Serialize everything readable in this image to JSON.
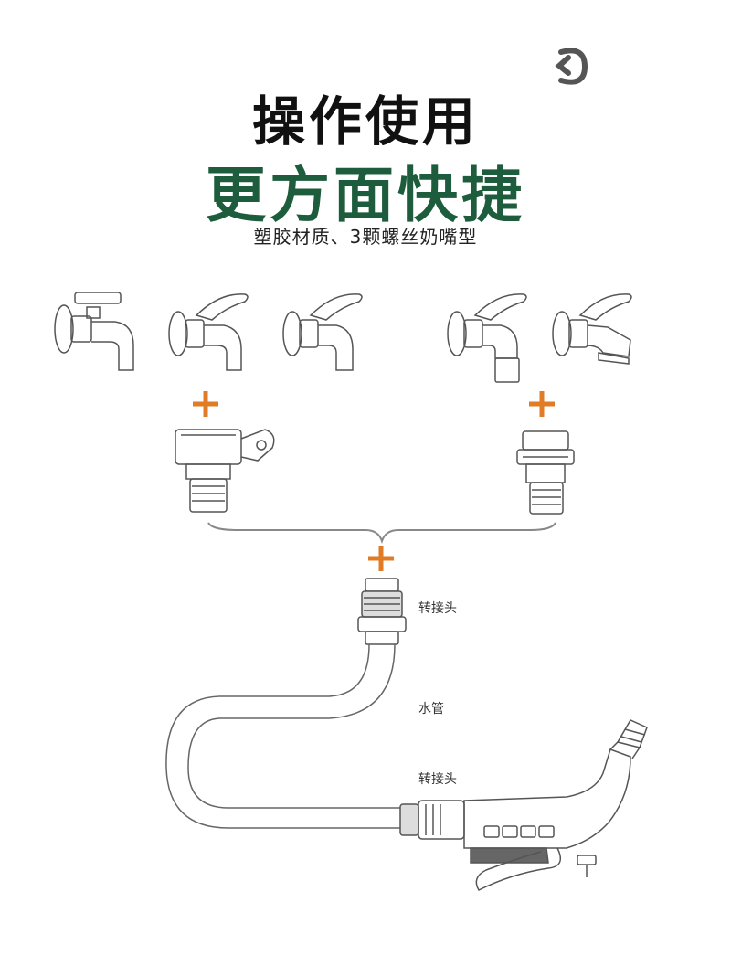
{
  "heading": {
    "line1": "操作使用",
    "line2": "更方面快捷",
    "subtitle": "塑胶材质、3颗螺丝奶嘴型"
  },
  "labels": {
    "connector_top": "转接头",
    "hose": "水管",
    "connector_bottom": "转接头"
  },
  "colors": {
    "title_green": "#1d5c3c",
    "plus_orange": "#e07b26",
    "line_gray": "#555555"
  },
  "icons": [
    "brand-logo-icon",
    "plus-icon",
    "faucet-icon",
    "adapter-icon",
    "spray-gun-icon"
  ]
}
